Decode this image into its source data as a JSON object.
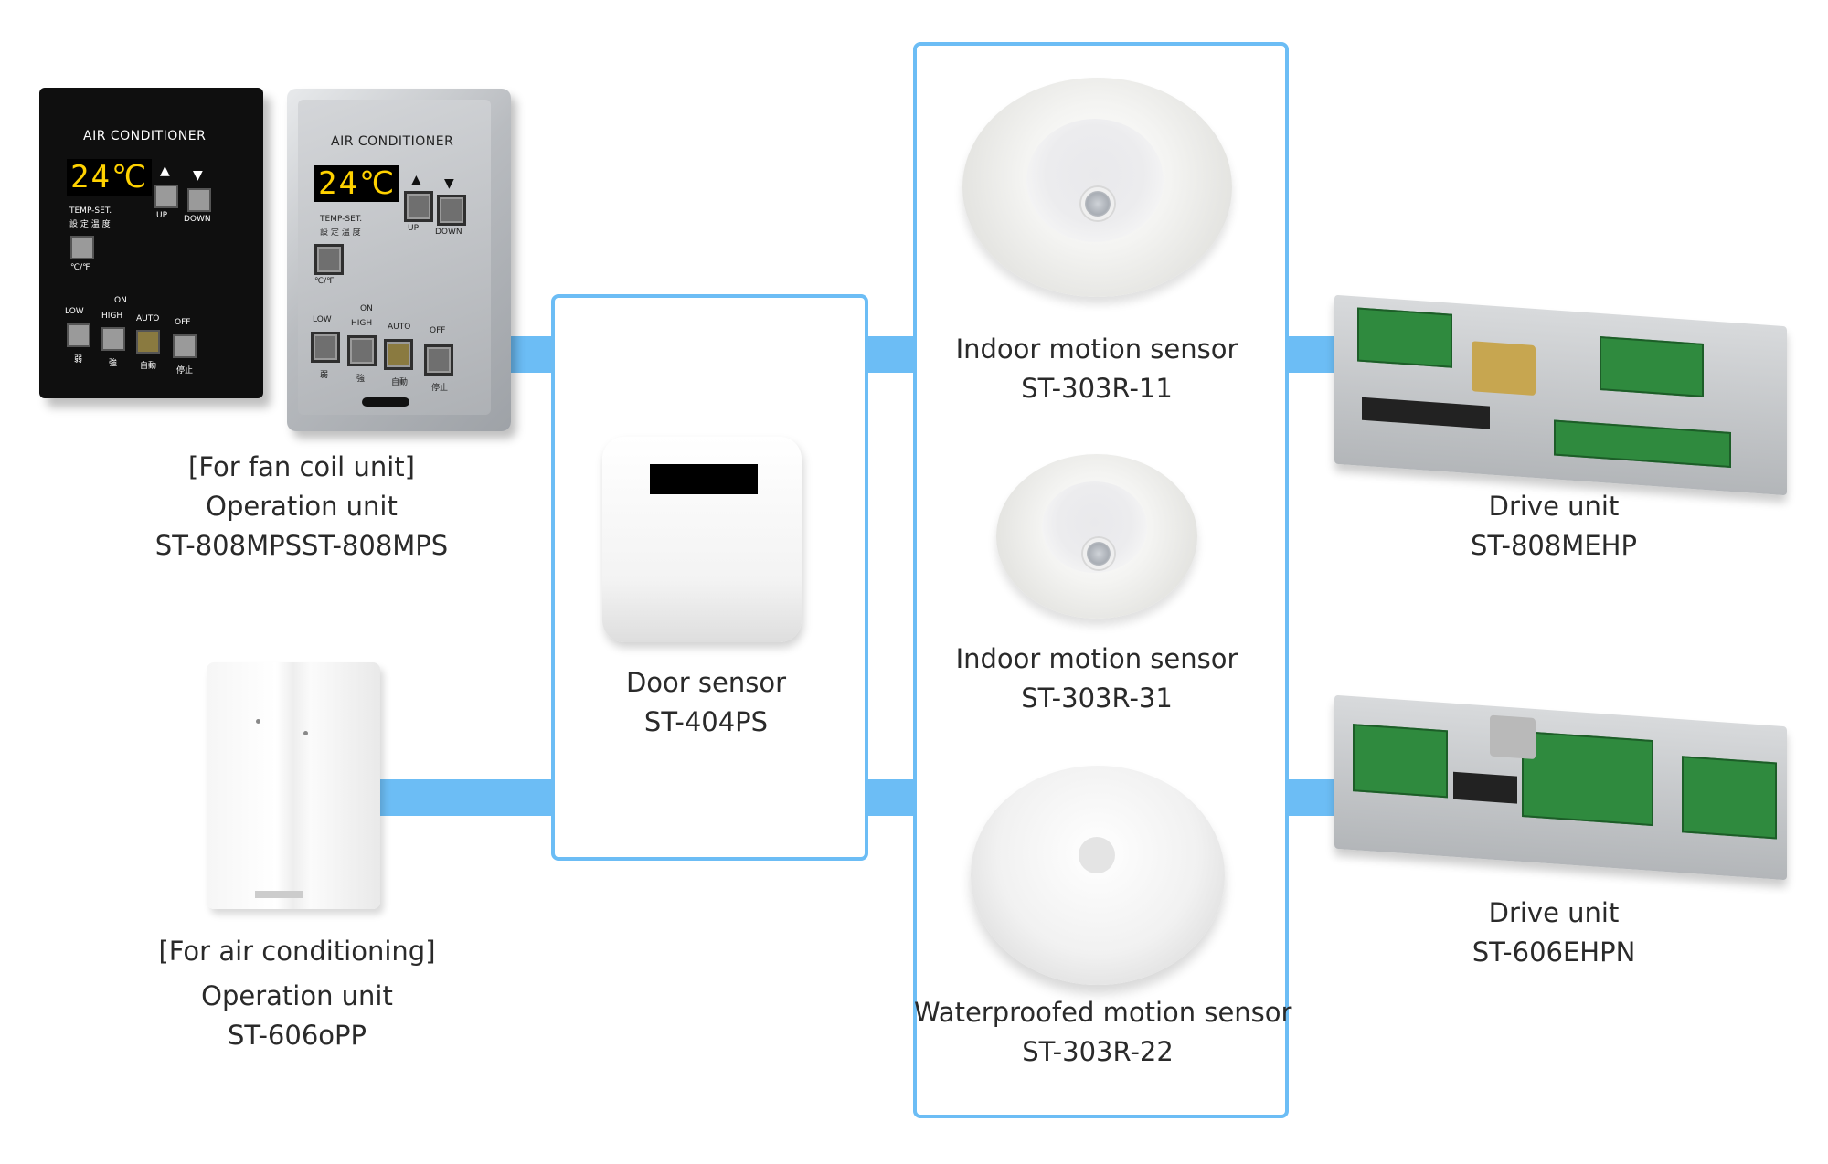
{
  "products": {
    "fan_coil": {
      "line1": "[For fan coil unit]",
      "line2": "Operation unit",
      "line3": "ST-808MPSST-808MPS",
      "panel_title": "AIR CONDITIONER",
      "lcd": "24℃",
      "temp_set": "TEMP-SET.",
      "temp_set_jp": "設 定 温 度",
      "up": "UP",
      "down": "DOWN",
      "unit_toggle": "℃/℉",
      "on": "ON",
      "low": "LOW",
      "high": "HIGH",
      "auto": "AUTO",
      "off": "OFF",
      "jp_low": "弱",
      "jp_high": "強",
      "jp_auto": "自動",
      "jp_off": "停止"
    },
    "air_cond": {
      "line1": "[For air conditioning]",
      "line2": "Operation unit",
      "line3": "ST-606oPP"
    },
    "door_sensor": {
      "line1": "Door sensor",
      "line2": "ST-404PS"
    },
    "motion_11": {
      "line1": "Indoor motion sensor",
      "line2": "ST-303R-11"
    },
    "motion_31": {
      "line1": "Indoor motion sensor",
      "line2": "ST-303R-31"
    },
    "motion_22": {
      "line1": "Waterproofed motion sensor",
      "line2": "ST-303R-22"
    },
    "drive_808": {
      "line1": "Drive unit",
      "line2": "ST-808MEHP"
    },
    "drive_606": {
      "line1": "Drive unit",
      "line2": "ST-606EHPN"
    }
  },
  "colors": {
    "connector": "#6cbdf5",
    "lcd_text": "#ffd200"
  }
}
